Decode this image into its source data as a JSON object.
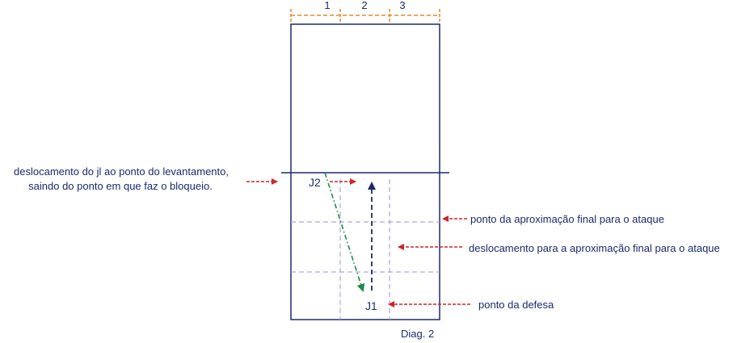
{
  "zones": [
    "1",
    "2",
    "3"
  ],
  "players": {
    "j1": "J1",
    "j2": "J2"
  },
  "labels": {
    "setter_move_line1": "deslocamento do jl ao ponto do levantamento,",
    "setter_move_line2": "saindo do ponto em que faz o bloqueio.",
    "final_approach_point": "ponto da aproximação final para o ataque",
    "move_to_final_approach": "deslocamento para a  aproximação final para o ataque",
    "defense_point": "ponto da defesa"
  },
  "caption": "Diag. 2",
  "colors": {
    "court_line": "#1b2a6b",
    "zone_bracket": "#e08a2a",
    "grid": "#a9a9d6",
    "annotation_arrow": "#d2232a",
    "setter_path": "#1e8a4a",
    "attacker_path": "#1b2a6b",
    "text": "#1b2a6b"
  }
}
